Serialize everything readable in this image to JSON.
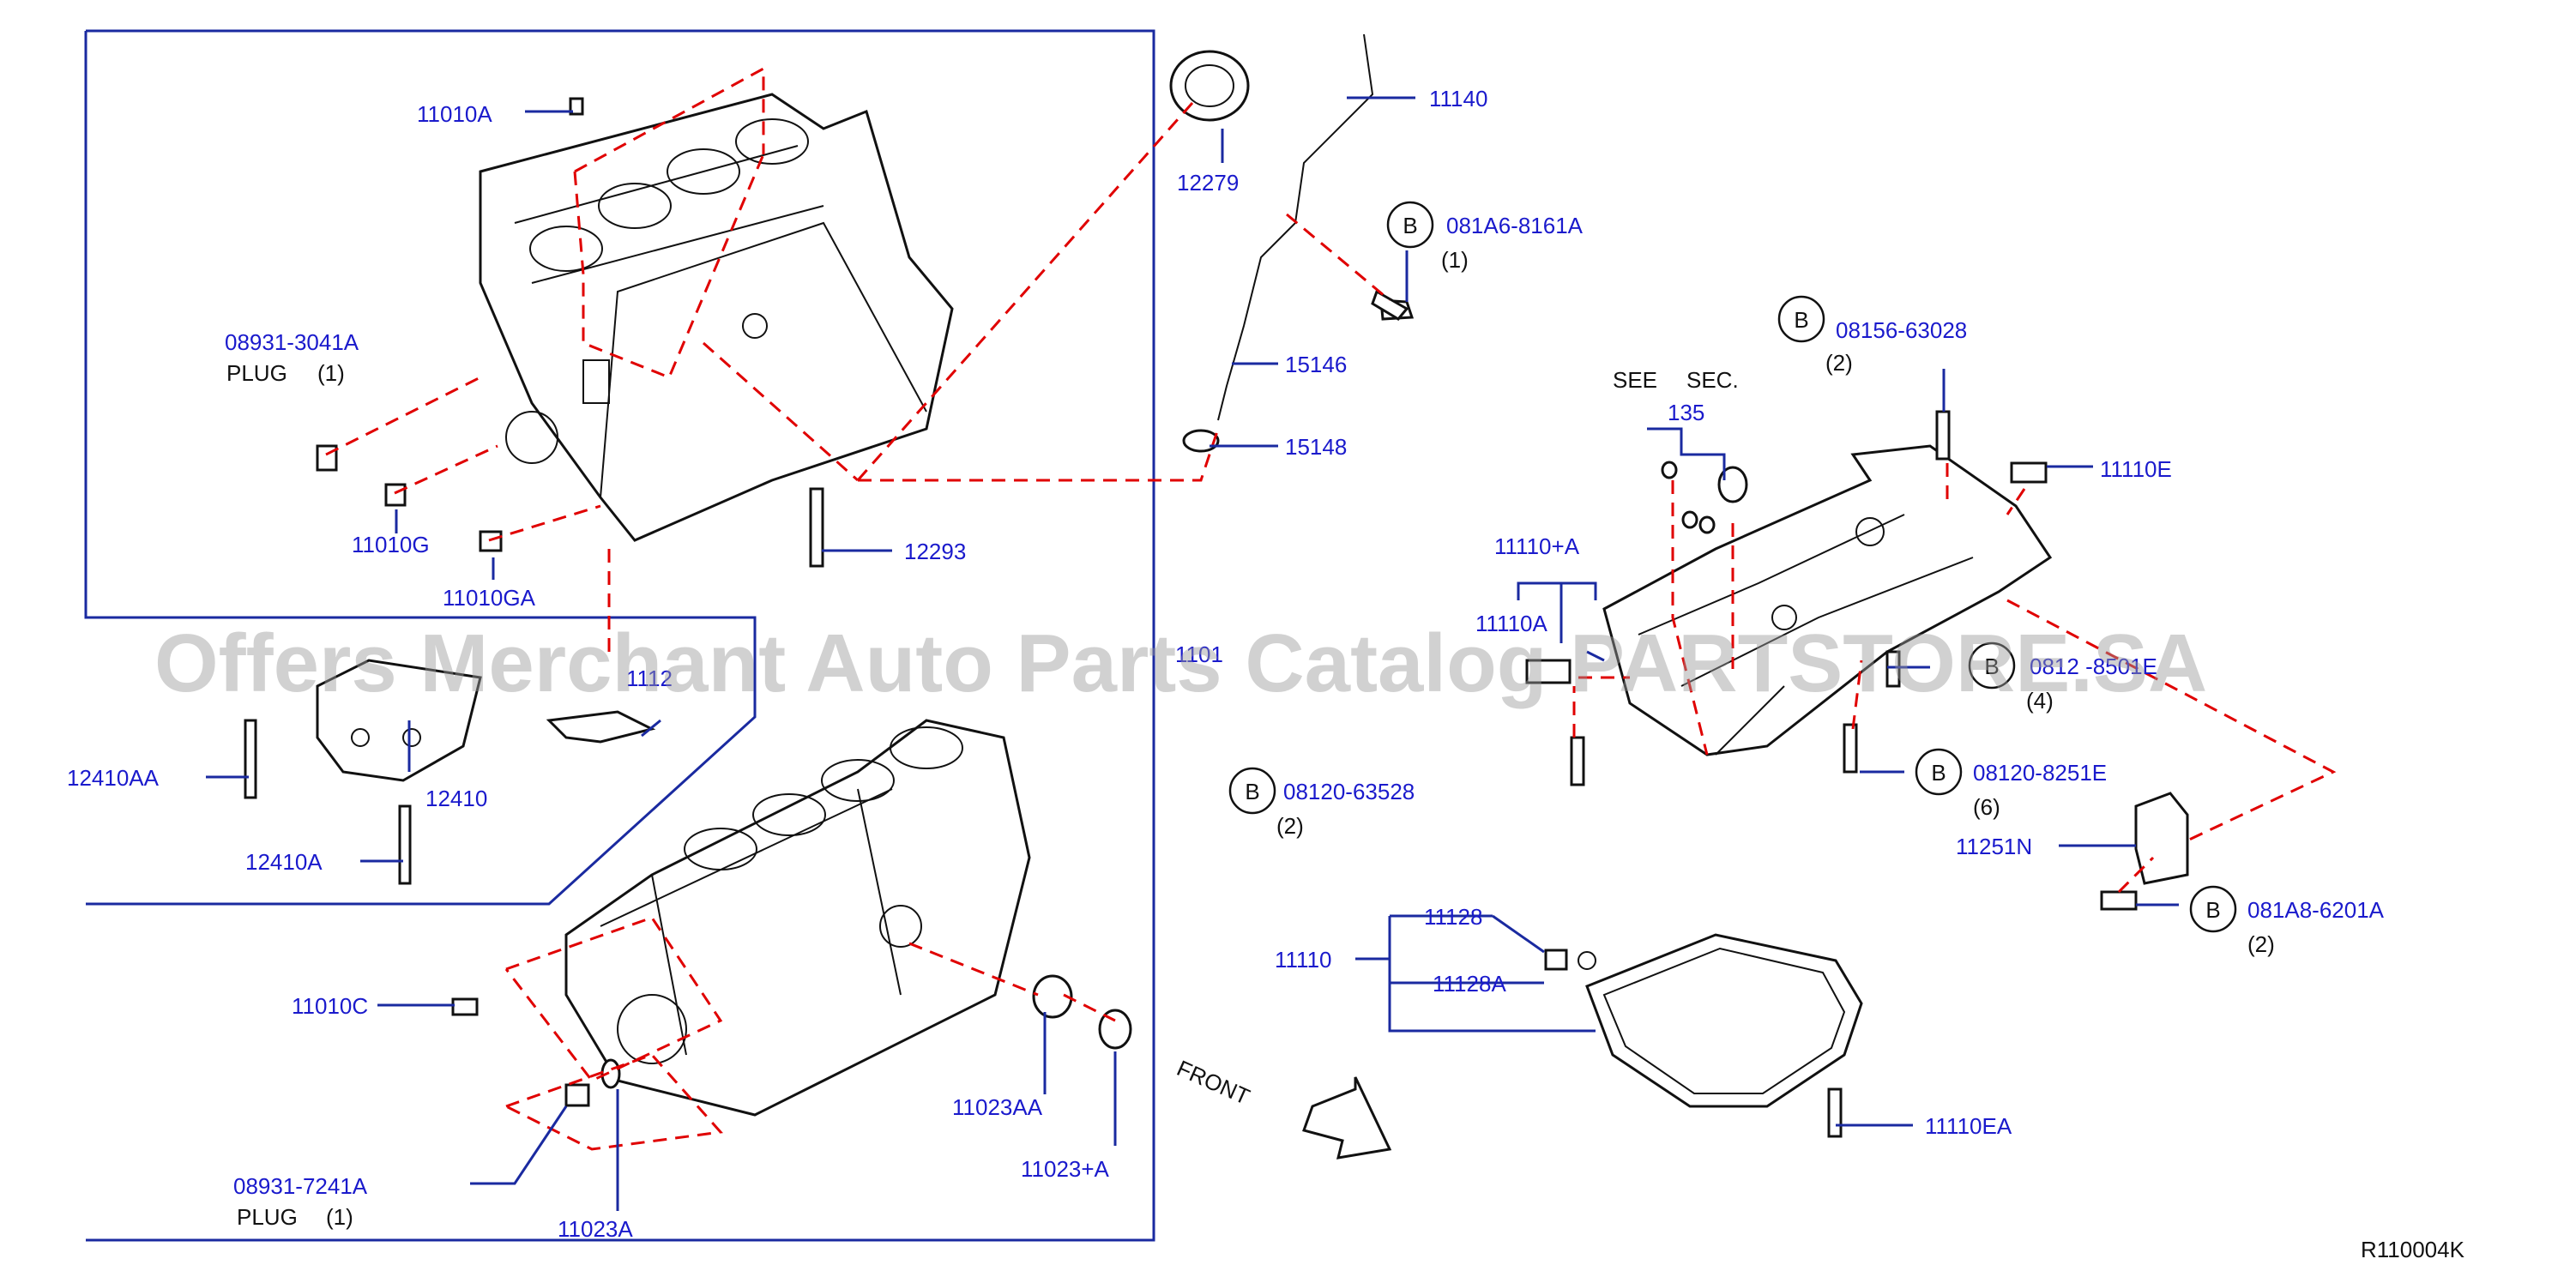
{
  "diagram": {
    "ref_code": "R110004K",
    "front_label": "FRONT",
    "watermark": "Offers Merchant Auto Parts Catalog PARTSTORE.SA",
    "see_sec": {
      "see": "SEE",
      "sec": "SEC.",
      "num": "135"
    },
    "labels": {
      "p11010A": "11010A",
      "p08931_3041A": "08931-3041A",
      "plug1": "PLUG",
      "plug1_qty": "(1)",
      "p11010G": "11010G",
      "p11010GA": "11010GA",
      "p12279": "12279",
      "p11140": "11140",
      "b081A6": "081A6-8161A",
      "b081A6_qty": "(1)",
      "p15146": "15146",
      "p15148": "15148",
      "p12293": "12293",
      "b08156": "08156-63028",
      "b08156_qty": "(2)",
      "p11110E": "11110E",
      "p11110plusA": "11110+A",
      "p11110A": "11110A",
      "b0812_x": "0812 -8501E",
      "b0812_x_qty": "(4)",
      "b08120_63528": "08120-63528",
      "b08120_63528_qty": "(2)",
      "b08120_8251E": "08120-8251E",
      "b08120_8251E_qty": "(6)",
      "p11251N": "11251N",
      "b081A8": "081A8-6201A",
      "b081A8_qty": "(2)",
      "p11128": "11128",
      "p11110": "11110",
      "p11128A": "11128A",
      "p11110EA": "11110EA",
      "p12410AA": "12410AA",
      "p12410": "12410",
      "p12410A": "12410A",
      "p1112x": "1112",
      "p11010C": "11010C",
      "p08931_7241A": "08931-7241A",
      "plug2": "PLUG",
      "plug2_qty": "(1)",
      "p11023AA": "11023AA",
      "p11023plusA": "11023+A",
      "p11023A": "11023A",
      "p1101x": "1101"
    },
    "bolt_marker": "B",
    "colors": {
      "part_number": "#1a1acc",
      "leader": "#1a2aa0",
      "dashed": "#e00000",
      "ink": "#111111"
    }
  }
}
